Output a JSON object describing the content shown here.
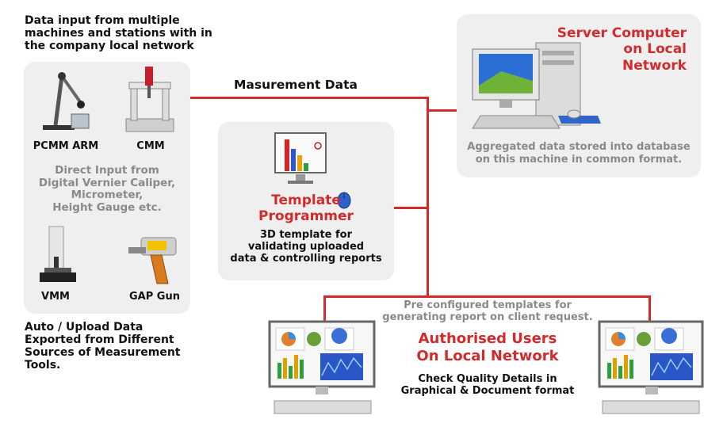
{
  "top_left_note": {
    "line1": "Data input from multiple",
    "line2": "machines and stations with in",
    "line3": "the company local network"
  },
  "bottom_left_note": {
    "line1": "Auto / Upload Data",
    "line2": "Exported from Different",
    "line3": "Sources of Measurement",
    "line4": "Tools."
  },
  "instruments": {
    "pcmm": "PCMM ARM",
    "cmm": "CMM",
    "vmm": "VMM",
    "gap_gun": "GAP Gun",
    "direct_input": {
      "line1": "Direct Input from",
      "line2": "Digital Vernier Caliper,",
      "line3": "Micrometer,",
      "line4": "Height Gauge etc."
    }
  },
  "connection_label": "Masurement Data",
  "template": {
    "title1": "Template",
    "title2": "Programmer",
    "desc1": "3D template for",
    "desc2": "validating uploaded",
    "desc3": "data & controlling reports"
  },
  "server": {
    "title1": "Server Computer",
    "title2": "on Local",
    "title3": "Network",
    "desc1": "Aggregated data stored into database",
    "desc2": "on this machine in common format."
  },
  "users": {
    "pre1": "Pre configured templates for",
    "pre2": "generating report on client request.",
    "title1": "Authorised Users",
    "title2": "On Local Network",
    "desc1": "Check Quality Details in",
    "desc2": "Graphical & Document format"
  },
  "colors": {
    "accent_red": "#d42a2a",
    "panel_gray": "#efefef",
    "muted_text": "#8a8a8a"
  }
}
